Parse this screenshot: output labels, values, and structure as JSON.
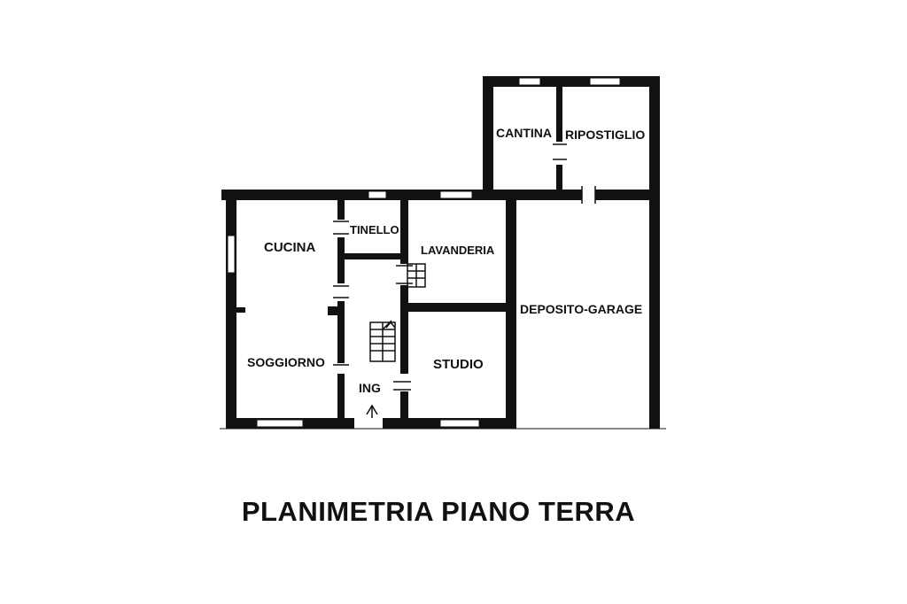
{
  "rooms": {
    "cucina": "CUCINA",
    "tinello": "TINELLO",
    "lavanderia": "LAVANDERIA",
    "soggiorno": "SOGGIORNO",
    "ingresso": "ING",
    "studio": "STUDIO",
    "cantina": "CANTINA",
    "ripostiglio": "RIPOSTIGLIO",
    "deposito_garage": "DEPOSITO-GARAGE"
  },
  "title": "PLANIMETRIA PIANO TERRA",
  "colors": {
    "wall": "#111111",
    "background": "#ffffff"
  }
}
